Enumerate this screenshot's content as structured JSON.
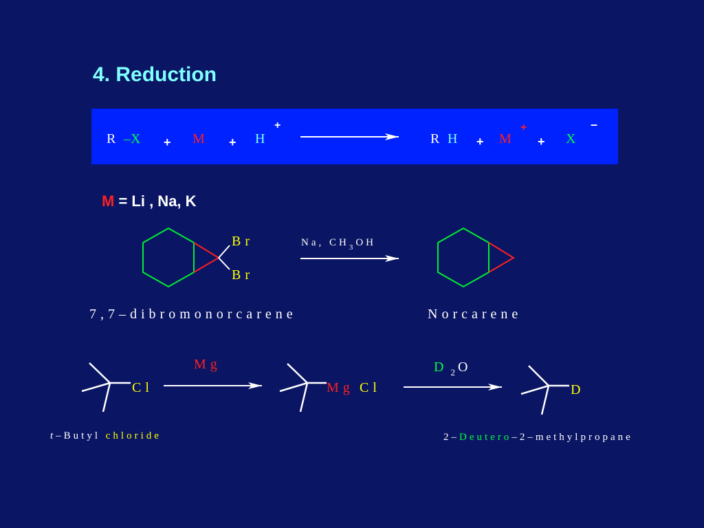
{
  "title": "4. Reduction",
  "equation": {
    "r1": "R",
    "x1": "–X",
    "plus1": "+",
    "m1": "M",
    "plus2": "+",
    "h1": "H",
    "h1_charge": "+",
    "r2": "R",
    "h2": "H",
    "plus3": "+",
    "m2": "M",
    "m2_charge": "+",
    "plus4": "+",
    "x2": "X",
    "x2_charge": "–"
  },
  "metal_def": {
    "m": "M",
    "rest": "= Li , Na, K"
  },
  "reaction1": {
    "br_top": "Br",
    "br_bottom": "Br",
    "reagent_main": "Na, CH",
    "reagent_sub": "3",
    "reagent_end": "OH",
    "reactant_name": "7,7–dibromonorcarene",
    "product_name": "Norcarene"
  },
  "reaction2": {
    "cl1": "Cl",
    "reagent": "Mg",
    "mg": "Mg",
    "cl2": "Cl",
    "d2o_d": "D",
    "d2o_sub": "2",
    "d2o_o": "O",
    "d_product": "D",
    "reactant_name_italic": "t",
    "reactant_name_mid": "–Butyl",
    "reactant_name_end": "chloride",
    "product_prefix": "2–",
    "product_d": "Deutero",
    "product_end": "–2–methylpropane"
  },
  "colors": {
    "background": "#0a1563",
    "equation_box": "#0022ff",
    "title": "#7fffff",
    "red": "#ff2020",
    "green": "#00ff40",
    "yellow": "#ffff00",
    "cyan": "#7fffff"
  }
}
